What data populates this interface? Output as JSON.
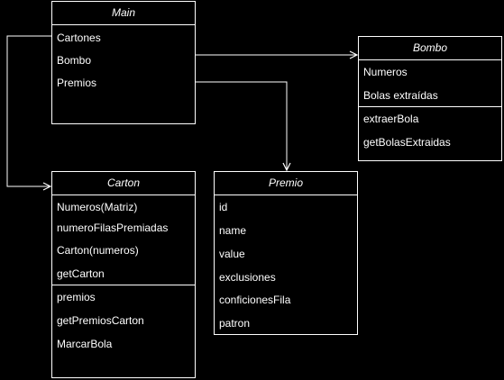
{
  "classes": {
    "main": {
      "name": "Main",
      "attributes": [
        "Cartones",
        "Bombo",
        "Premios"
      ],
      "methods": []
    },
    "bombo": {
      "name": "Bombo",
      "attributes": [
        "Numeros",
        "Bolas extraídas"
      ],
      "methods": [
        "extraerBola",
        "getBolasExtraidas"
      ]
    },
    "carton": {
      "name": "Carton",
      "attributes": [
        "Numeros(Matriz)",
        "numeroFilasPremiadas",
        "Carton(numeros)",
        "getCarton"
      ],
      "methods": [
        "premios",
        "getPremiosCarton",
        "MarcarBola"
      ]
    },
    "premio": {
      "name": "Premio",
      "attributes": [
        "id",
        "name",
        "value",
        "exclusiones",
        "conficionesFila",
        "patron"
      ],
      "methods": []
    }
  },
  "relations": [
    {
      "from": "Main.Cartones",
      "to": "Carton"
    },
    {
      "from": "Main.Bombo",
      "to": "Bombo"
    },
    {
      "from": "Main.Premios",
      "to": "Premio"
    }
  ],
  "colors": {
    "background": "#000000",
    "stroke": "#ffffff",
    "text": "#ffffff"
  }
}
